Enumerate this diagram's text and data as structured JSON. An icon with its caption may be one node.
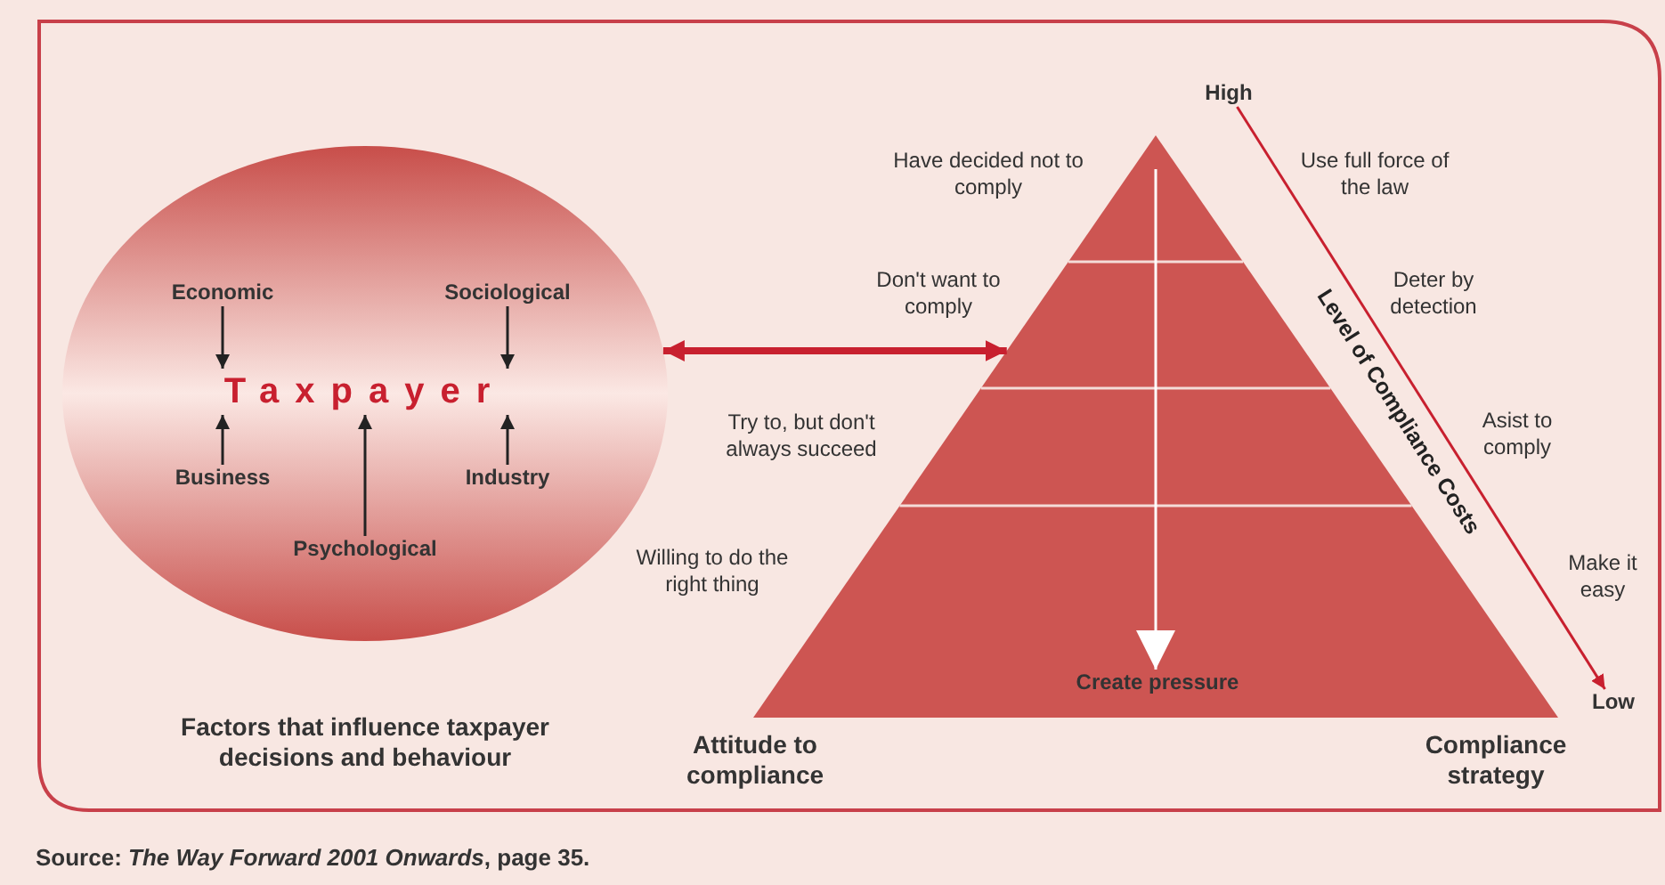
{
  "diagram": {
    "caption": "Source: *The Way Forward 2001 Onwards*, page 35.",
    "nodes": [
      {
        "text": [],
        "shape": "circle"
      },
      {
        "text": [
          "Economic"
        ],
        "in": 0
      },
      {
        "text": [
          "Sociological"
        ],
        "in": 0
      },
      {
        "text": [
          "Taxpayer"
        ],
        "in": 0
      },
      {
        "text": [
          "Business"
        ],
        "in": 0
      },
      {
        "text": [
          "Industry"
        ],
        "in": 0
      },
      {
        "text": [
          "Psychological"
        ],
        "in": 0
      },
      {
        "text": [],
        "shape": "triangle",
        "beside": [
          "Have decided not to comply",
          "Use full force of the law",
          "Don't want to comply",
          "Deter by detection",
          "Try to, but don't always succeed",
          "Asist to comply",
          "Willing to do the right thing",
          "Make it easy"
        ]
      },
      {
        "text": [
          "Create pressure"
        ],
        "in": 7
      },
      {
        "text": [
          "High"
        ]
      },
      {
        "text": [
          "Low"
        ]
      }
    ],
    "edges": [
      {
        "from": 1,
        "to": 3,
        "arrow": "to"
      },
      {
        "from": 2,
        "to": 3,
        "arrow": "to"
      },
      {
        "from": 4,
        "to": 3,
        "arrow": "to"
      },
      {
        "from": 5,
        "to": 3,
        "arrow": "to"
      },
      {
        "from": 6,
        "to": 3,
        "arrow": "to"
      },
      {
        "from": 0,
        "to": 7,
        "arrow": "both",
        "style": "thick",
        "color": "#c8202f"
      },
      {
        "from": 7,
        "to": 8,
        "arrow": "to",
        "color": "#ffffff"
      },
      {
        "from": 9,
        "to": 10,
        "arrow": "to",
        "label": "Level of Compliance Costs",
        "color": "#c8202f"
      }
    ],
    "labels": [
      "Factors that influence taxpayer decisions and behaviour",
      "Attitude to compliance",
      "Compliance strategy"
    ]
  }
}
